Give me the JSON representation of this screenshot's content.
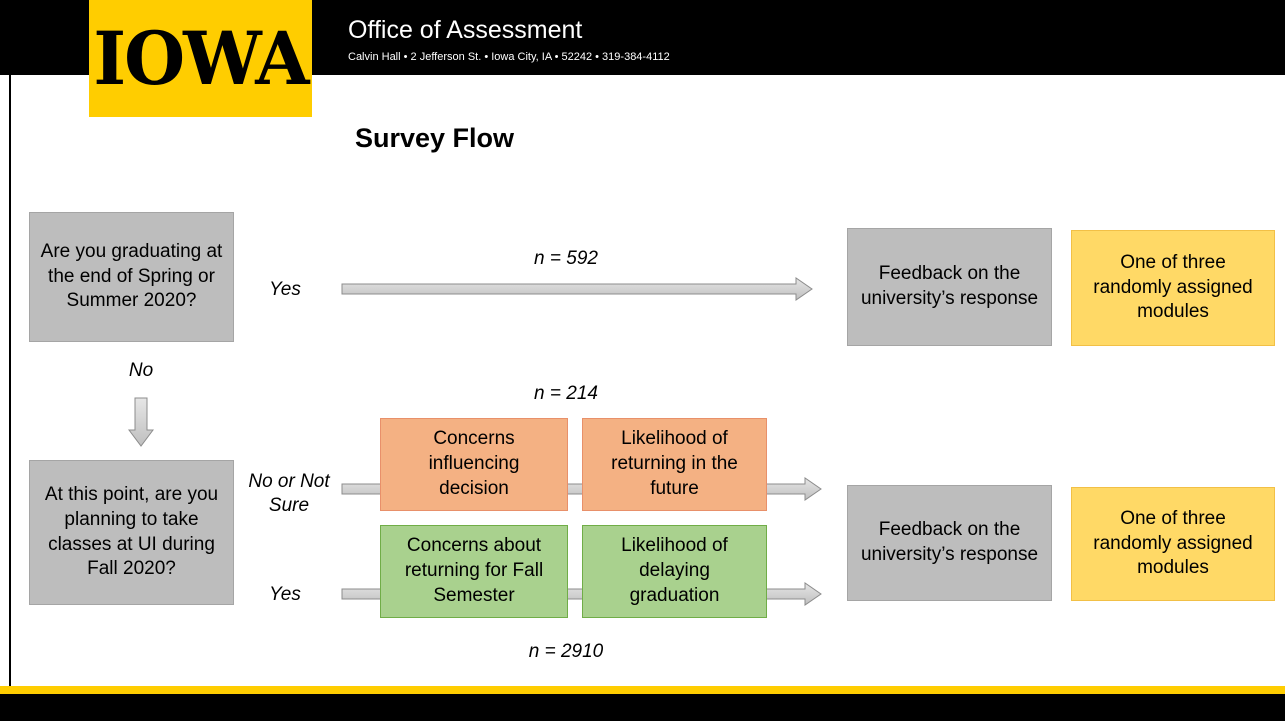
{
  "header": {
    "logo_text": "IOWA",
    "office_title": "Office of Assessment",
    "office_address": "Calvin Hall • 2 Jefferson St. • Iowa City, IA • 52242 • 319-384-4112"
  },
  "page": {
    "title": "Survey Flow"
  },
  "colors": {
    "brand_gold": "#FFCD00",
    "brand_black": "#000000",
    "grey_box": "#BDBDBD",
    "gold_box": "#FFD966",
    "orange_box": "#F4B183",
    "green_box": "#A9D18E"
  },
  "flow": {
    "q1": "Are you graduating at the end of Spring or Summer 2020?",
    "q1_yes": "Yes",
    "q1_no": "No",
    "n_graduating": "n = 592",
    "feedback_top": "Feedback on the university’s response",
    "modules_top": "One of three randomly assigned modules",
    "q2": "At this point, are you planning to take classes at UI during Fall 2020?",
    "q2_no": "No or Not Sure",
    "q2_yes": "Yes",
    "n_not_returning": "n = 214",
    "n_returning": "n = 2910",
    "concerns_decision": "Concerns influencing decision",
    "likelihood_returning": "Likelihood of returning in the future",
    "concerns_fall": "Concerns about returning for Fall Semester",
    "likelihood_delay": "Likelihood of delaying graduation",
    "feedback_bottom": "Feedback on the university’s response",
    "modules_bottom": "One of three randomly assigned modules"
  }
}
